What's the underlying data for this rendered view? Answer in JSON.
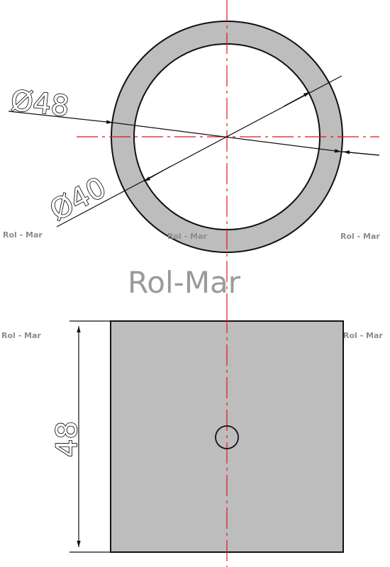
{
  "top_view": {
    "outer_diameter_label": "Ø48",
    "inner_diameter_label": "Ø40"
  },
  "side_view": {
    "height_label": "48"
  },
  "watermark": {
    "brand": "Rol-Mar",
    "small": "Rol - Mar"
  },
  "colors": {
    "part_fill": "#bdbdbd",
    "outline": "#111111",
    "center_line": "#e0141e",
    "background": "#ffffff"
  }
}
